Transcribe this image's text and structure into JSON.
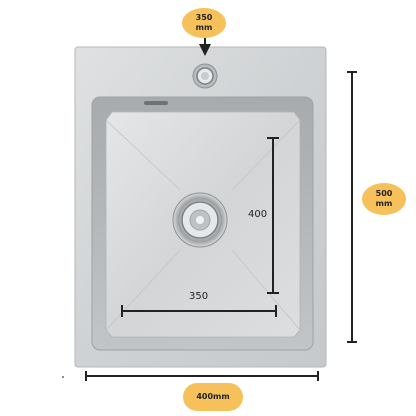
{
  "labels": {
    "top_badge": "350\nmm",
    "right_badge": "500\nmm",
    "bottom_badge": "400mm",
    "inner_height": "400",
    "inner_width": "350"
  },
  "colors": {
    "badge_fill": "#f6c15a",
    "steel_outer": "#cfd2d4",
    "steel_inner": "#b9bcbf",
    "dimension_line": "#222222"
  },
  "icons": {
    "faucet_hole": "faucet-hole-icon",
    "drain": "drain-icon",
    "overflow": "overflow-slot-icon"
  }
}
